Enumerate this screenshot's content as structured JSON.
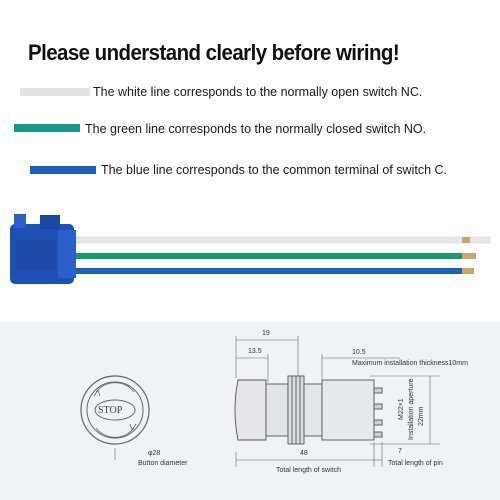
{
  "headline": "Please understand clearly before wiring!",
  "wires": [
    {
      "color": "#e2e2e2",
      "text": "The white line corresponds to the normally open switch NC."
    },
    {
      "color": "#1a9a86",
      "text": "The green line corresponds to the normally closed switch NO."
    },
    {
      "color": "#1f5fb8",
      "text": "The blue line corresponds to the common terminal of switch C."
    }
  ],
  "connector_color": "#1e4fb4",
  "drawing": {
    "button_label": "STOP",
    "button_diameter_value": "φ28",
    "button_diameter_label": "Button diameter",
    "dim_19": "19",
    "dim_13_5": "13.5",
    "dim_10_5": "10.5",
    "max_thickness": "Maximum installation thickness10mm",
    "thread": "M22×1",
    "aperture": "Installation aperture",
    "aperture_mm": "22mm",
    "dim_48": "48",
    "total_length": "Total length of switch",
    "dim_7": "7",
    "pin_length": "Total length of pin"
  }
}
